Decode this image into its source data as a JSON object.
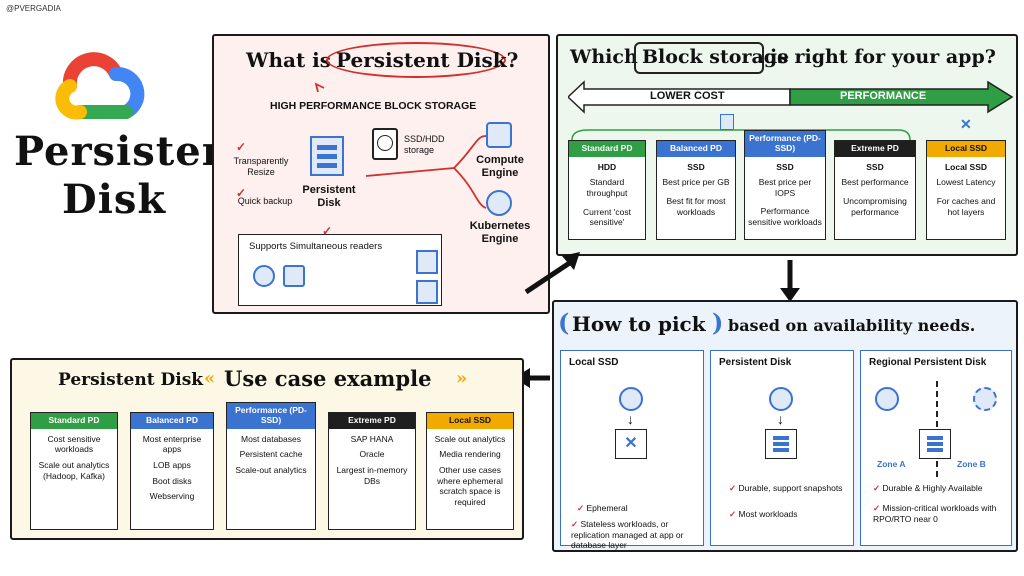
{
  "credit": "@PVERGADIA",
  "title": {
    "line1": "Persistent",
    "line2": "Disk"
  },
  "what": {
    "heading_pre": "What is",
    "heading_circled": "Persistent Disk?",
    "subheading": "HIGH PERFORMANCE BLOCK STORAGE",
    "feature1": "Transparently Resize",
    "feature2": "Quick backup",
    "center_label": "Persistent Disk",
    "storage_label": "SSD/HDD storage",
    "compute_label": "Compute Engine",
    "kubernetes_label": "Kubernetes Engine",
    "readers_label": "Supports Simultaneous readers"
  },
  "which": {
    "heading_pre": "Which",
    "heading_boxed": "Block storage",
    "heading_post": "is right for your app?",
    "lower_cost": "LOWER COST",
    "performance": "PERFORMANCE",
    "cards": [
      {
        "header": "Standard PD",
        "color": "#2f9e44",
        "type": "HDD",
        "line2": "Standard throughput",
        "line3": "Current 'cost sensitive'"
      },
      {
        "header": "Balanced PD",
        "color": "#3b73d1",
        "type": "SSD",
        "line2": "Best price per GB",
        "line3": "Best fit for most workloads"
      },
      {
        "header": "Performance (PD-SSD)",
        "color": "#3b73d1",
        "type": "SSD",
        "line2": "Best price per IOPS",
        "line3": "Performance sensitive workloads"
      },
      {
        "header": "Extreme PD",
        "color": "#1f1f1f",
        "type": "SSD",
        "line2": "Best performance",
        "line3": "Uncompromising performance"
      },
      {
        "header": "Local SSD",
        "color": "#f2a900",
        "type": "Local SSD",
        "line2": "Lowest Latency",
        "line3": "For caches and hot layers"
      }
    ]
  },
  "pick": {
    "heading_boxed": "How to pick",
    "heading_post": "based on availability needs.",
    "columns": [
      {
        "title": "Local SSD",
        "notes": [
          "Ephemeral",
          "Stateless workloads, or replication managed at app or database layer"
        ]
      },
      {
        "title": "Persistent Disk",
        "notes": [
          "Durable, support snapshots",
          "Most workloads"
        ]
      },
      {
        "title": "Regional Persistent Disk",
        "zone_a": "Zone A",
        "zone_b": "Zone B",
        "notes": [
          "Durable & Highly Available",
          "Mission-critical workloads with RPO/RTO near 0"
        ]
      }
    ]
  },
  "usecase": {
    "heading_pre": "Persistent Disk",
    "heading_post": "Use case example",
    "cards": [
      {
        "header": "Standard PD",
        "color": "#2f9e44",
        "items": [
          "Cost sensitive workloads",
          "Scale out analytics (Hadoop, Kafka)"
        ]
      },
      {
        "header": "Balanced PD",
        "color": "#3b73d1",
        "items": [
          "Most enterprise apps",
          "LOB apps",
          "Boot disks",
          "Webserving"
        ]
      },
      {
        "header": "Performance (PD-SSD)",
        "color": "#3b73d1",
        "items": [
          "Most databases",
          "Persistent cache",
          "Scale-out analytics"
        ]
      },
      {
        "header": "Extreme PD",
        "color": "#1f1f1f",
        "items": [
          "SAP HANA",
          "Oracle",
          "Largest in-memory DBs"
        ]
      },
      {
        "header": "Local SSD",
        "color": "#f2a900",
        "items": [
          "Scale out analytics",
          "Media rendering",
          "Other use cases where ephemeral scratch space is required"
        ]
      }
    ]
  },
  "colors": {
    "check": "#d0312d",
    "accent_green": "#2f9e44",
    "accent_blue": "#3b73d1",
    "accent_yellow": "#f2a900",
    "panel_pink": "#fdf0ef",
    "panel_green": "#eef7ee",
    "panel_blue": "#edf3fb",
    "panel_yellow": "#fdf8e6"
  }
}
